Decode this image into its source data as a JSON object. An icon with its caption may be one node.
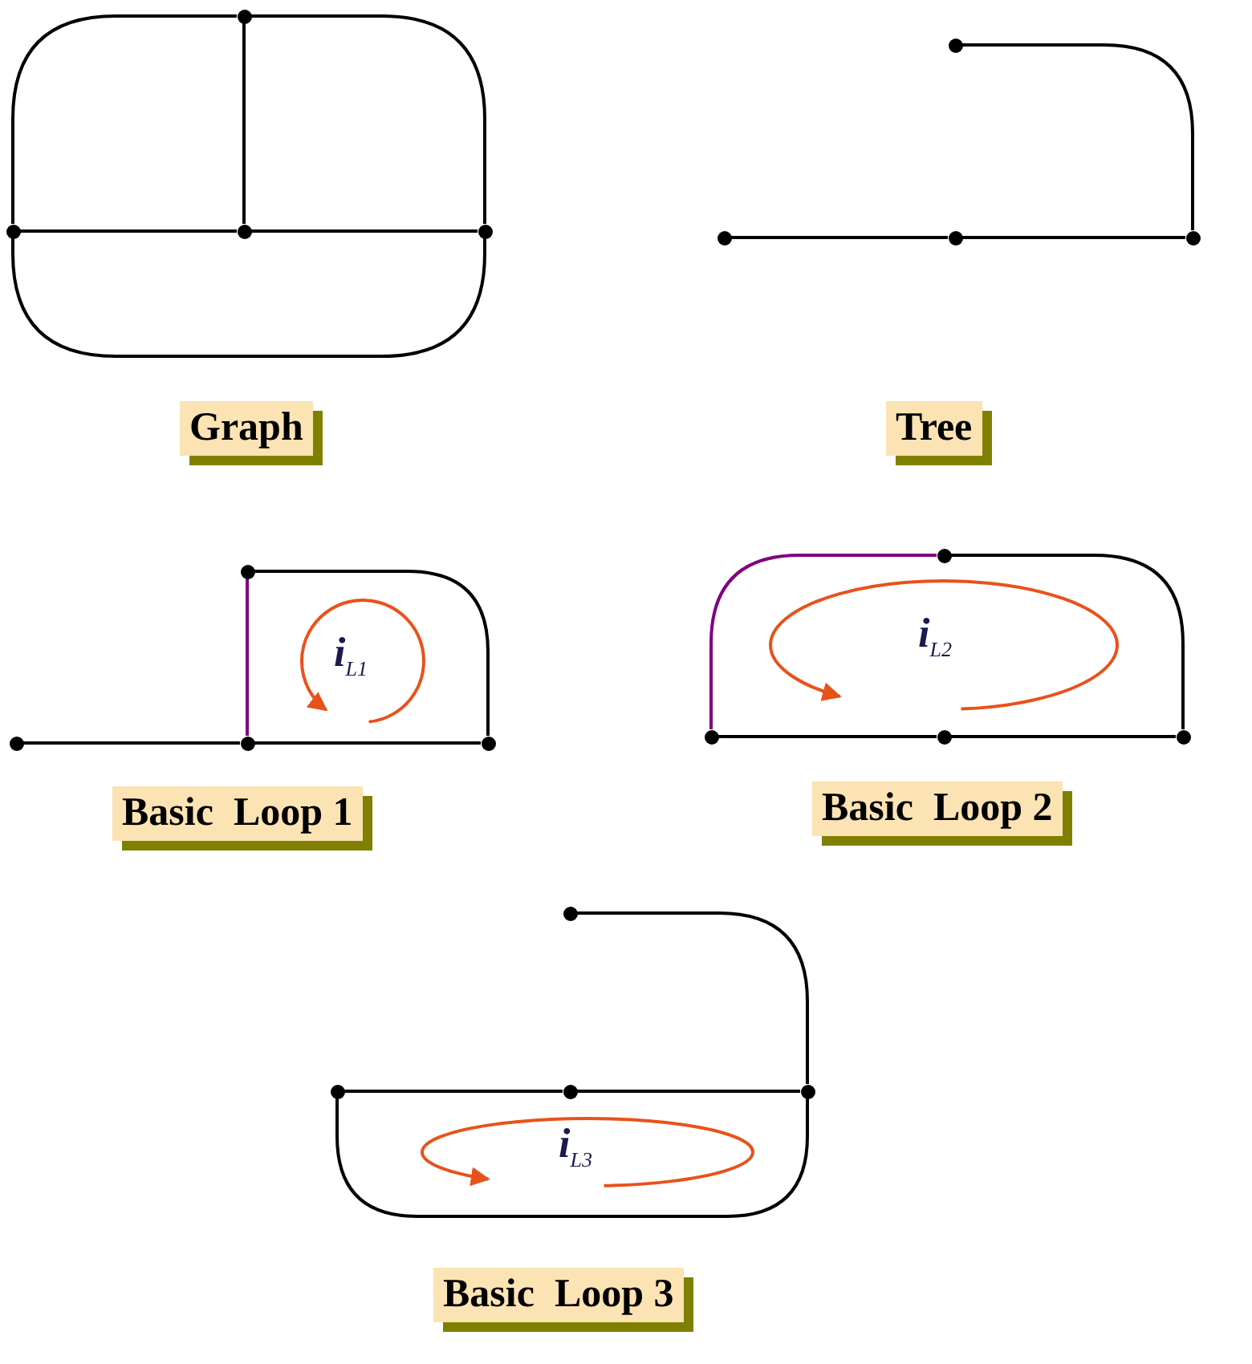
{
  "diagram": {
    "nodes": [
      {
        "text": [],
        "shape": "circle"
      },
      {
        "text": [],
        "shape": "circle"
      },
      {
        "text": [],
        "shape": "circle"
      },
      {
        "text": [],
        "shape": "circle"
      },
      {
        "text": [],
        "shape": "circle"
      },
      {
        "text": [],
        "shape": "circle"
      },
      {
        "text": [],
        "shape": "circle"
      },
      {
        "text": [],
        "shape": "circle"
      },
      {
        "text": [
          "Graph"
        ]
      },
      {
        "text": [
          "Tree"
        ]
      },
      {
        "text": [],
        "shape": "circle"
      },
      {
        "text": [],
        "shape": "circle"
      },
      {
        "text": [],
        "shape": "circle"
      },
      {
        "text": [],
        "shape": "circle"
      },
      {
        "text": [],
        "shape": "circle"
      },
      {
        "text": [],
        "shape": "circle"
      },
      {
        "text": [],
        "shape": "circle"
      },
      {
        "text": [],
        "shape": "circle"
      },
      {
        "text": [
          "Basic  Loop 1"
        ]
      },
      {
        "text": [
          "Basic  Loop 2"
        ]
      },
      {
        "text": [],
        "shape": "circle"
      },
      {
        "text": [],
        "shape": "circle"
      },
      {
        "text": [],
        "shape": "circle"
      },
      {
        "text": [],
        "shape": "circle"
      },
      {
        "text": [
          "Basic  Loop 3"
        ]
      }
    ],
    "edges": [
      {
        "from": 0,
        "to": 2,
        "arrow": "none"
      },
      {
        "from": 1,
        "to": 2,
        "arrow": "none"
      },
      {
        "from": 2,
        "to": 3,
        "arrow": "none"
      },
      {
        "from": 0,
        "to": 1,
        "arrow": "none"
      },
      {
        "from": 0,
        "to": 3,
        "arrow": "none"
      },
      {
        "from": 1,
        "to": 3,
        "arrow": "none"
      },
      {
        "from": 4,
        "to": 7,
        "arrow": "none"
      },
      {
        "from": 5,
        "to": 6,
        "arrow": "none"
      },
      {
        "from": 6,
        "to": 7,
        "arrow": "none"
      },
      {
        "from": 10,
        "to": 12,
        "arrow": "none",
        "color": "#800080"
      },
      {
        "from": 10,
        "to": 13,
        "arrow": "none"
      },
      {
        "from": 11,
        "to": 12,
        "arrow": "none"
      },
      {
        "from": 12,
        "to": 13,
        "arrow": "none"
      },
      {
        "from": 14,
        "to": 15,
        "arrow": "none",
        "color": "#800080"
      },
      {
        "from": 14,
        "to": 17,
        "arrow": "none"
      },
      {
        "from": 15,
        "to": 16,
        "arrow": "none"
      },
      {
        "from": 16,
        "to": 17,
        "arrow": "none"
      },
      {
        "from": 20,
        "to": 23,
        "arrow": "none"
      },
      {
        "from": 21,
        "to": 22,
        "arrow": "none"
      },
      {
        "from": 22,
        "to": 23,
        "arrow": "none"
      },
      {
        "from": 21,
        "to": 23,
        "arrow": "none"
      }
    ],
    "labels": [
      "*i*$_{L1}$",
      "*i*$_{L2}$",
      "*i*$_{L3}$"
    ]
  }
}
